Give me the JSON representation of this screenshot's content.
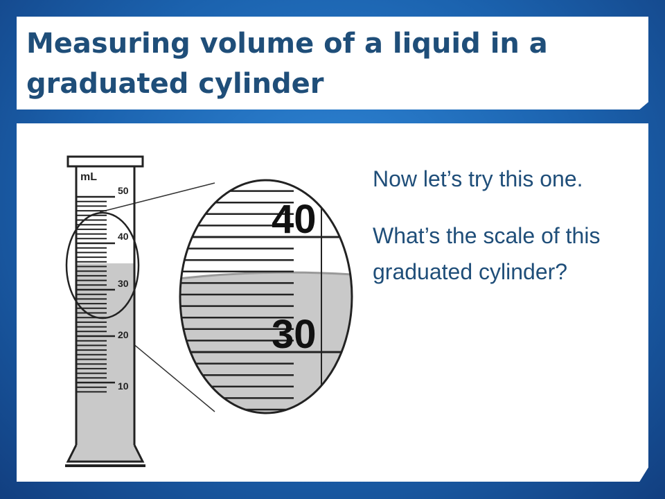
{
  "slide": {
    "title": "Measuring volume of a liquid in a graduated cylinder",
    "paragraphs": [
      "Now let’s try this one.",
      "What’s the scale of this graduated cylinder?"
    ]
  },
  "cylinder": {
    "unit_label": "mL",
    "scale_labels": [
      "50",
      "40",
      "30",
      "20",
      "10"
    ],
    "zoom_labels": [
      "40",
      "30"
    ],
    "colors": {
      "liquid": "#c9c9c9",
      "outline": "#222222"
    }
  }
}
